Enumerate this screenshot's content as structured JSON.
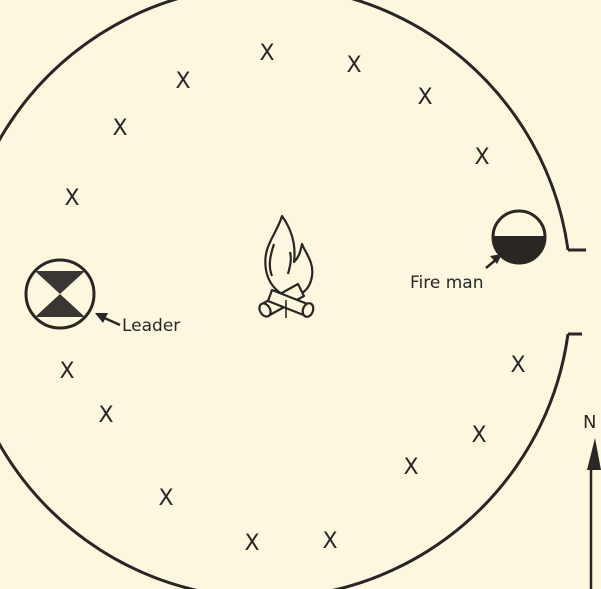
{
  "diagram": {
    "participant_marker": "X",
    "leader_label": "Leader",
    "fireman_label": "Fire man",
    "north_label": "N",
    "icons": {
      "leader": "hourglass-circle-icon",
      "fireman": "half-filled-circle-icon",
      "fire": "campfire-icon",
      "north": "north-arrow-icon"
    },
    "colors": {
      "background": "#fcf8e0",
      "ink": "#2a2624"
    }
  }
}
